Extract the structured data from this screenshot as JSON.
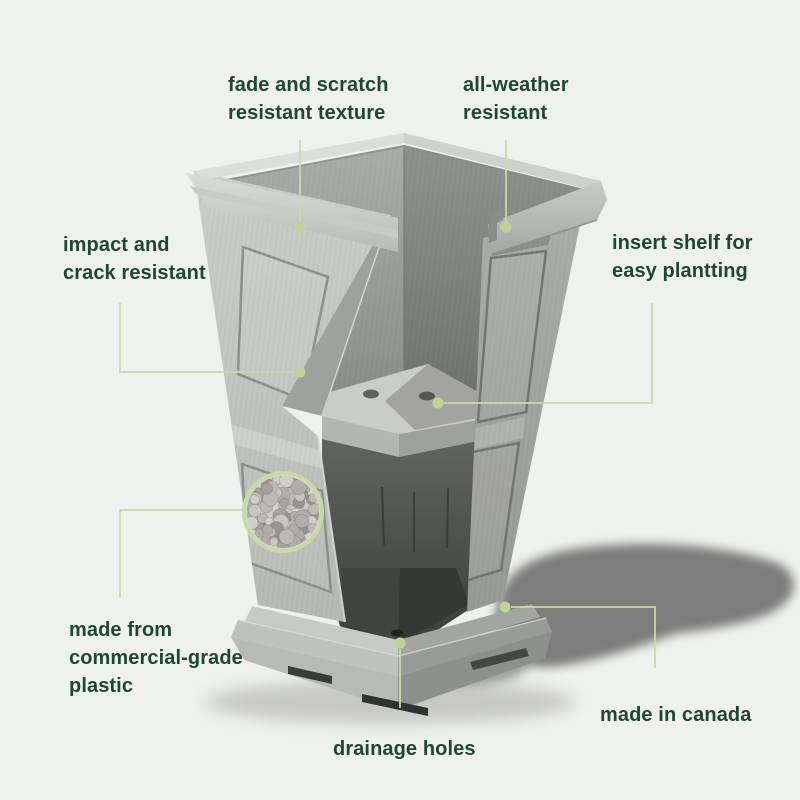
{
  "background_color": "#eff1ee",
  "accent_colors": {
    "label_text": "#1d4634",
    "leader_line": "#ccd9a9",
    "leader_dot": "#bed695",
    "detail_ring": "#c6dca4"
  },
  "callouts": {
    "fade_scratch": {
      "lines": [
        "fade and scratch",
        "resistant texture"
      ]
    },
    "all_weather": {
      "lines": [
        "all-weather",
        "resistant"
      ]
    },
    "impact_crack": {
      "lines": [
        "impact and",
        "crack resistant"
      ]
    },
    "insert_shelf": {
      "lines": [
        "insert shelf for",
        "easy plantting"
      ]
    },
    "made_from": {
      "lines": [
        "made from",
        "commercial-grade",
        "plastic"
      ]
    },
    "made_in_canada": {
      "lines": [
        "made in canada"
      ]
    },
    "drainage_holes": {
      "lines": [
        "drainage holes"
      ]
    }
  },
  "illustration": {
    "subject": "cutaway tall square tapered planter with insert shelf",
    "detail_icon": "drainage-pebbles-detail",
    "planter_color": "#c2c4c3",
    "interior_color": "#717370",
    "shadow_color": "#7b7d7c"
  }
}
